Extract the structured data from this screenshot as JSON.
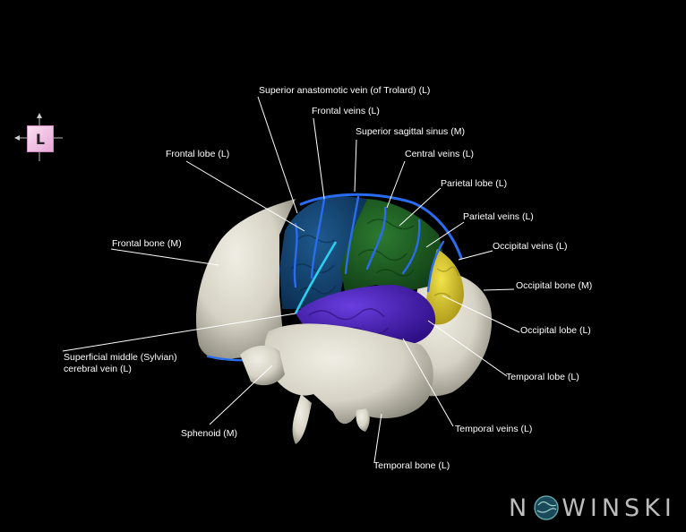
{
  "orientation": {
    "letter": "L"
  },
  "labels": {
    "superior_anastomotic_vein": "Superior anastomotic vein (of Trolard) (L)",
    "frontal_veins": "Frontal veins (L)",
    "superior_sagittal_sinus": "Superior sagittal sinus (M)",
    "frontal_lobe": "Frontal lobe (L)",
    "central_veins": "Central veins (L)",
    "parietal_lobe": "Parietal lobe (L)",
    "parietal_veins": "Parietal veins (L)",
    "frontal_bone": "Frontal bone (M)",
    "occipital_veins": "Occipital veins (L)",
    "occipital_bone": "Occipital bone (M)",
    "occipital_lobe": "Occipital lobe (L)",
    "superficial_middle_line1": "Superficial middle (Sylvian)",
    "superficial_middle_line2": "cerebral vein (L)",
    "temporal_lobe": "Temporal lobe (L)",
    "temporal_veins": "Temporal veins (L)",
    "sphenoid": "Sphenoid (M)",
    "temporal_bone": "Temporal bone (L)"
  },
  "brand": {
    "text_before": "N",
    "text_after": "WINSKI"
  },
  "colors": {
    "background": "#000000",
    "bone": "#dcd9cc",
    "frontal_lobe": "#15426e",
    "parietal_lobe": "#1e5a22",
    "occipital_lobe": "#d2c21a",
    "temporal_lobe": "#4a1fb0",
    "veins": "#2a6cf0",
    "sylvian_vein": "#2ad0f0",
    "leader_lines": "#ffffff"
  }
}
